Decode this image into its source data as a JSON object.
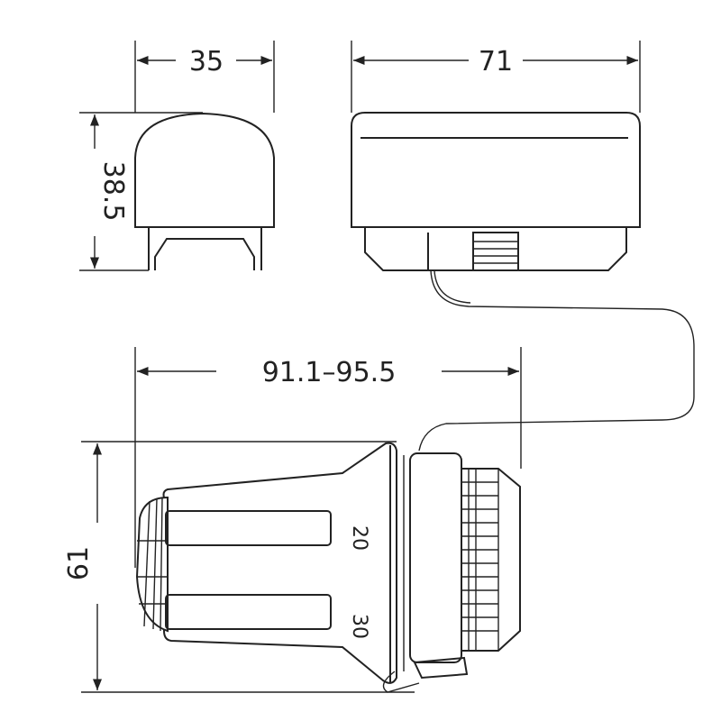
{
  "dimensions": {
    "sensor_width": "35",
    "sensor_height": "38.5",
    "sensor_length": "71",
    "head_length": "91.1–95.5",
    "head_height": "61"
  },
  "scale_labels": [
    "20",
    "30"
  ]
}
